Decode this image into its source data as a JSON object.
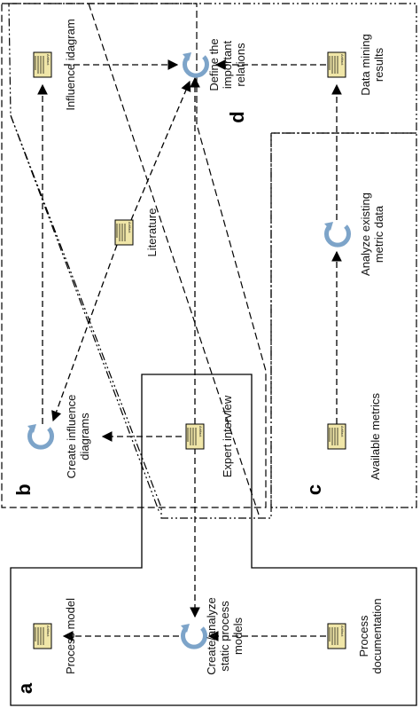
{
  "regions": {
    "a": "a",
    "b": "b",
    "c": "c",
    "d": "d"
  },
  "artifact_tag": "Artifact",
  "nodes": {
    "process_model": [
      "Process model"
    ],
    "create_static": [
      "Create/analyze",
      "static process",
      "models"
    ],
    "process_documentation": [
      "Process",
      "documentation"
    ],
    "expert_interview": [
      "Expert interview"
    ],
    "create_influence": [
      "Create influence",
      "diagrams"
    ],
    "available_metrics": [
      "Available metrics"
    ],
    "literature": [
      "Literature"
    ],
    "analyze_existing": [
      "Analyze existing",
      "metric data"
    ],
    "influence_diagram": [
      "Influence idagram"
    ],
    "define_relations": [
      "Define the",
      "important",
      "relations"
    ],
    "data_mining": [
      "Data mining",
      "results"
    ]
  },
  "icons": {
    "artifact": "document-icon",
    "activity": "circular-arrow-icon"
  },
  "colors": {
    "activity": "#7da4c9",
    "artifact_fill": "#f0e6a8"
  }
}
